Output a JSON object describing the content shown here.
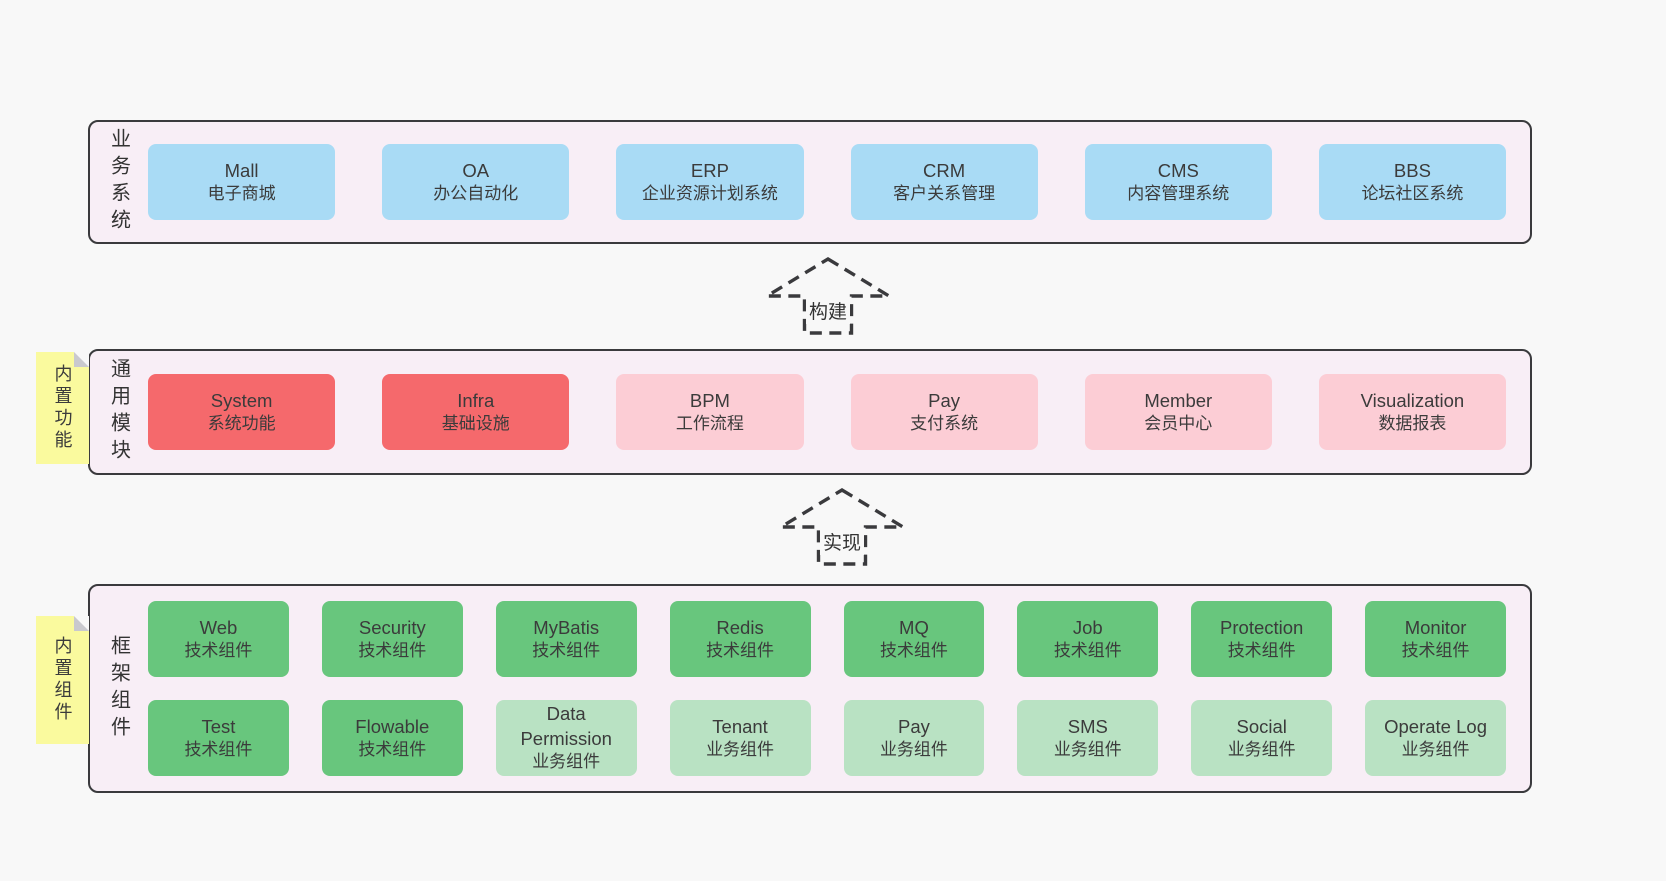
{
  "colors": {
    "page_bg": "#f8f8f8",
    "band_bg": "#f8eef6",
    "band_border": "#3a3a3d",
    "box_blue": "#a9dbf5",
    "box_red": "#f5696c",
    "box_pink": "#fccdd5",
    "box_green": "#68c67d",
    "box_green_light": "#b9e2c3",
    "note_bg": "#fafa9e",
    "note_fold": "#c9c9ce",
    "text": "#3b3b3b"
  },
  "arrows": [
    {
      "label": "构建"
    },
    {
      "label": "实现"
    }
  ],
  "bands": [
    {
      "label": "业务系统",
      "boxes": [
        {
          "title": "Mall",
          "subtitle": "电子商城"
        },
        {
          "title": "OA",
          "subtitle": "办公自动化"
        },
        {
          "title": "ERP",
          "subtitle": "企业资源计划系统"
        },
        {
          "title": "CRM",
          "subtitle": "客户关系管理"
        },
        {
          "title": "CMS",
          "subtitle": "内容管理系统"
        },
        {
          "title": "BBS",
          "subtitle": "论坛社区系统"
        }
      ]
    },
    {
      "label": "通用模块",
      "note": "内置功能",
      "boxes": [
        {
          "title": "System",
          "subtitle": "系统功能"
        },
        {
          "title": "Infra",
          "subtitle": "基础设施"
        },
        {
          "title": "BPM",
          "subtitle": "工作流程"
        },
        {
          "title": "Pay",
          "subtitle": "支付系统"
        },
        {
          "title": "Member",
          "subtitle": "会员中心"
        },
        {
          "title": "Visualization",
          "subtitle": "数据报表"
        }
      ]
    },
    {
      "label": "框架组件",
      "note": "内置组件",
      "rows": [
        [
          {
            "title": "Web",
            "subtitle": "技术组件"
          },
          {
            "title": "Security",
            "subtitle": "技术组件"
          },
          {
            "title": "MyBatis",
            "subtitle": "技术组件"
          },
          {
            "title": "Redis",
            "subtitle": "技术组件"
          },
          {
            "title": "MQ",
            "subtitle": "技术组件"
          },
          {
            "title": "Job",
            "subtitle": "技术组件"
          },
          {
            "title": "Protection",
            "subtitle": "技术组件"
          },
          {
            "title": "Monitor",
            "subtitle": "技术组件"
          }
        ],
        [
          {
            "title": "Test",
            "subtitle": "技术组件"
          },
          {
            "title": "Flowable",
            "subtitle": "技术组件"
          },
          {
            "title": "Data Permission",
            "subtitle": "业务组件"
          },
          {
            "title": "Tenant",
            "subtitle": "业务组件"
          },
          {
            "title": "Pay",
            "subtitle": "业务组件"
          },
          {
            "title": "SMS",
            "subtitle": "业务组件"
          },
          {
            "title": "Social",
            "subtitle": "业务组件"
          },
          {
            "title": "Operate Log",
            "subtitle": "业务组件"
          }
        ]
      ]
    }
  ]
}
